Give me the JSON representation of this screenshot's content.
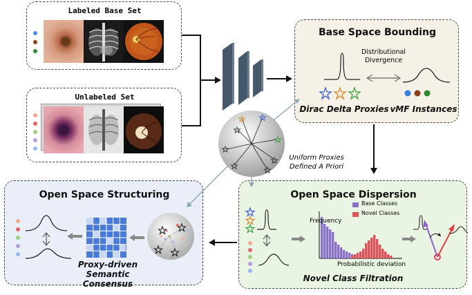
{
  "labeled_set": {
    "title": "Labeled Base Set",
    "dot_colors": [
      "#4a8fe7",
      "#8b4513",
      "#2e8b2e"
    ]
  },
  "unlabeled_set": {
    "title": "Unlabeled Set",
    "dot_colors": [
      "#f4a98a",
      "#e86464",
      "#9ed080",
      "#b49ee0",
      "#9ab8f0"
    ]
  },
  "base_space": {
    "title": "Base Space Bounding",
    "divergence": "Distributional Divergence",
    "proxies_label": "Dirac Delta Proxies",
    "instances_label": "vMF Instances",
    "star_colors": [
      "#3a5fd0",
      "#d98a2e",
      "#3ca03c"
    ],
    "instance_colors": [
      "#3a7fe0",
      "#8b3a1a",
      "#2e8b2e"
    ]
  },
  "sphere": {
    "label": "Uniform Proxies Defined A Priori"
  },
  "open_structuring": {
    "title": "Open Space Structuring",
    "consensus_label": "Proxy-driven Semantic Consensus",
    "dot_colors": [
      "#f4a98a",
      "#e86464",
      "#9ed080",
      "#b49ee0",
      "#9ab8f0"
    ]
  },
  "open_dispersion": {
    "title": "Open Space Dispersion",
    "ylabel": "Frequency",
    "xlabel": "Probabilistic deviation",
    "legend": [
      {
        "label": "Base Classes",
        "color": "#8a72c8"
      },
      {
        "label": "Novel Classes",
        "color": "#e0525a"
      }
    ],
    "filtration_label": "Novel Class Filtration"
  },
  "colors": {
    "base_panel_bg": "#f5f1e6",
    "open_struct_bg": "#e9eef8",
    "open_disp_bg": "#e9f4e2"
  }
}
